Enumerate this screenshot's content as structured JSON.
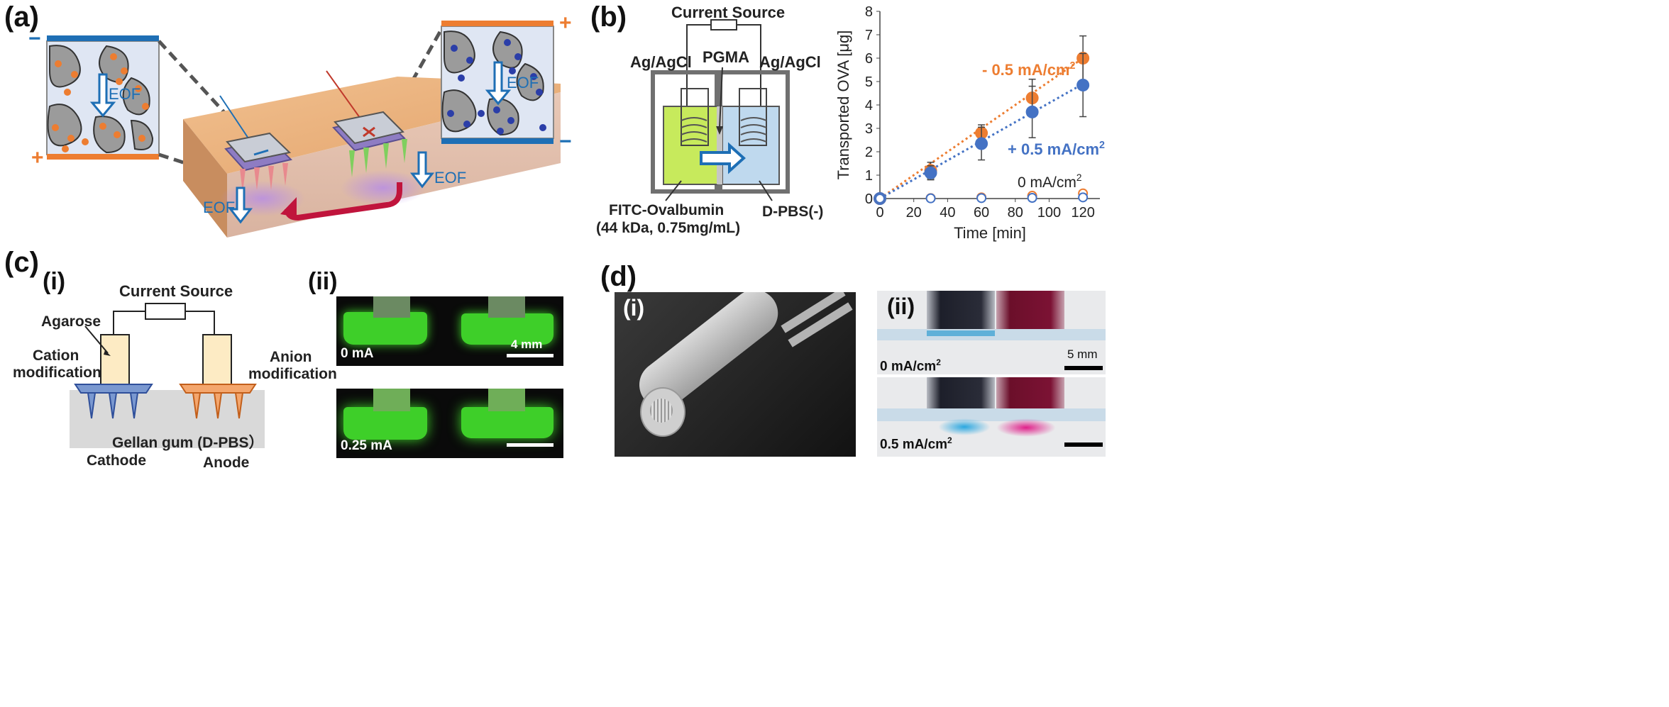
{
  "panels": {
    "a": "(a)",
    "b": "(b)",
    "c": "(c)",
    "d": "(d)"
  },
  "sub": {
    "c_i": "(i)",
    "c_ii": "(ii)",
    "d_i": "(i)",
    "d_ii": "(ii)"
  },
  "panel_a": {
    "eof": "EOF",
    "minus": "−",
    "plus": "+",
    "electrode_minus": "−",
    "electrode_plus": "+"
  },
  "panel_b_diagram": {
    "current_source": "Current Source",
    "ag_left": "Ag/AgCl",
    "pgma": "PGMA",
    "ag_right": "Ag/AgCl",
    "fitc_line1": "FITC-Ovalbumin",
    "fitc_line2": "(44 kDa,  0.75mg/mL)",
    "dpbs": "D-PBS(-)"
  },
  "chart_data": {
    "type": "scatter",
    "xlabel": "Time [min]",
    "ylabel": "Transported OVA [μg]",
    "xlim": [
      0,
      130
    ],
    "ylim": [
      0,
      8
    ],
    "xticks": [
      0,
      20,
      40,
      60,
      80,
      100,
      120
    ],
    "yticks": [
      0,
      1,
      2,
      3,
      4,
      5,
      6,
      7,
      8
    ],
    "series": [
      {
        "name": "- 0.5 mA/cm²",
        "color": "#ed7d31",
        "x": [
          0,
          30,
          60,
          90,
          120
        ],
        "y": [
          0,
          1.2,
          2.8,
          4.3,
          6.0
        ],
        "err": [
          0,
          0.35,
          0.35,
          0.8,
          0.95
        ],
        "fit": [
          0,
          6.0
        ],
        "filled": true
      },
      {
        "name": "+ 0.5 mA/cm²",
        "color": "#4472c4",
        "x": [
          0,
          30,
          60,
          90,
          120
        ],
        "y": [
          0,
          1.1,
          2.35,
          3.7,
          4.85
        ],
        "err": [
          0,
          0.3,
          0.7,
          1.1,
          1.35
        ],
        "fit": [
          0,
          4.9
        ],
        "filled": true
      },
      {
        "name": "0 mA/cm²",
        "color": "#ed7d31",
        "x": [
          0,
          30,
          60,
          90,
          120
        ],
        "y": [
          0,
          0.02,
          0.05,
          0.12,
          0.22
        ],
        "err": [
          0,
          0,
          0,
          0,
          0
        ],
        "filled": false
      },
      {
        "name": "0 mA/cm² (blue)",
        "color": "#4472c4",
        "x": [
          0,
          30,
          60,
          90,
          120
        ],
        "y": [
          0,
          0.01,
          0.02,
          0.03,
          0.05
        ],
        "err": [
          0,
          0,
          0,
          0,
          0
        ],
        "filled": false
      }
    ],
    "label_neg": "- 0.5 mA/cm",
    "label_pos": "+ 0.5 mA/cm",
    "label_zero": "0 mA/cm",
    "sup": "2"
  },
  "panel_c": {
    "current_source": "Current Source",
    "agarose": "Agarose",
    "cation_1": "Cation",
    "cation_2": "modification",
    "anion_1": "Anion",
    "anion_2": "modification",
    "gellan": "Gellan gum (D-PBS）",
    "cathode": "Cathode",
    "anode": "Anode",
    "photo_top_label": "0 mA",
    "photo_bottom_label": "0.25 mA",
    "scale": "4 mm"
  },
  "panel_d": {
    "top_label": "0 mA/cm",
    "bottom_label": "0.5 mA/cm",
    "sup": "2",
    "scale": "5 mm"
  }
}
